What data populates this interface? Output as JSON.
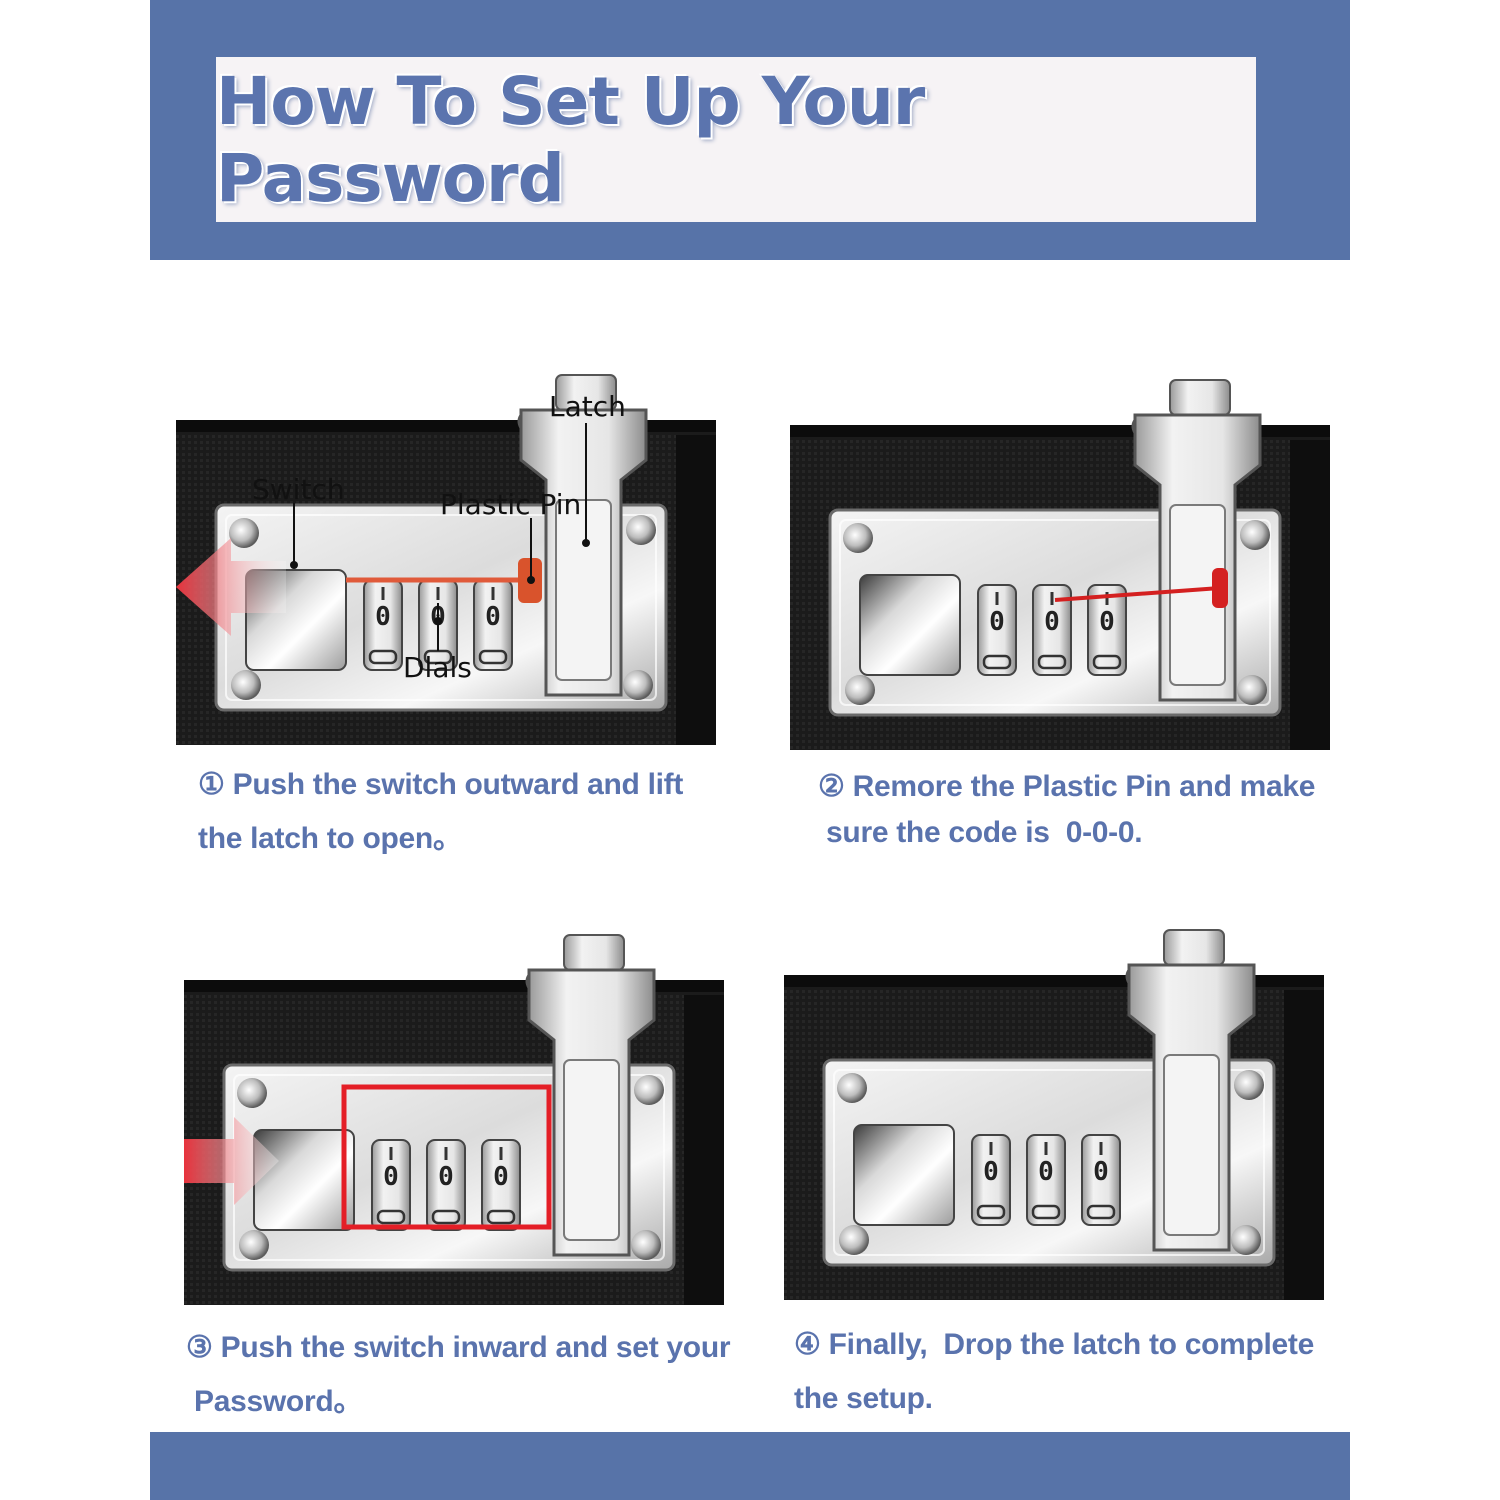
{
  "title": "How To Set Up Your Password",
  "labels": {
    "latch": "Latch",
    "switch": "Switch",
    "plastic_pin": "Plastic Pin",
    "dials": "Dlals"
  },
  "dial_digits": [
    "0",
    "0",
    "0"
  ],
  "steps": [
    {
      "line1": "① Push the switch outward and lift",
      "line2": "the latch to open。"
    },
    {
      "line1": "② Remore the Plastic Pin and make",
      "line2": " sure the code is  0-0-0."
    },
    {
      "line1": "③ Push the switch inward and set your",
      "line2": " Password。"
    },
    {
      "line1": "④ Finally,  Drop the latch to complete",
      "line2": "the setup."
    }
  ],
  "colors": {
    "band": "#5773a8",
    "title_text": "#5b74ae",
    "caption_text": "#5a73ad",
    "arrow_red": "#e8323c",
    "highlight_box": "#e41e26",
    "pin_red": "#d42020"
  }
}
